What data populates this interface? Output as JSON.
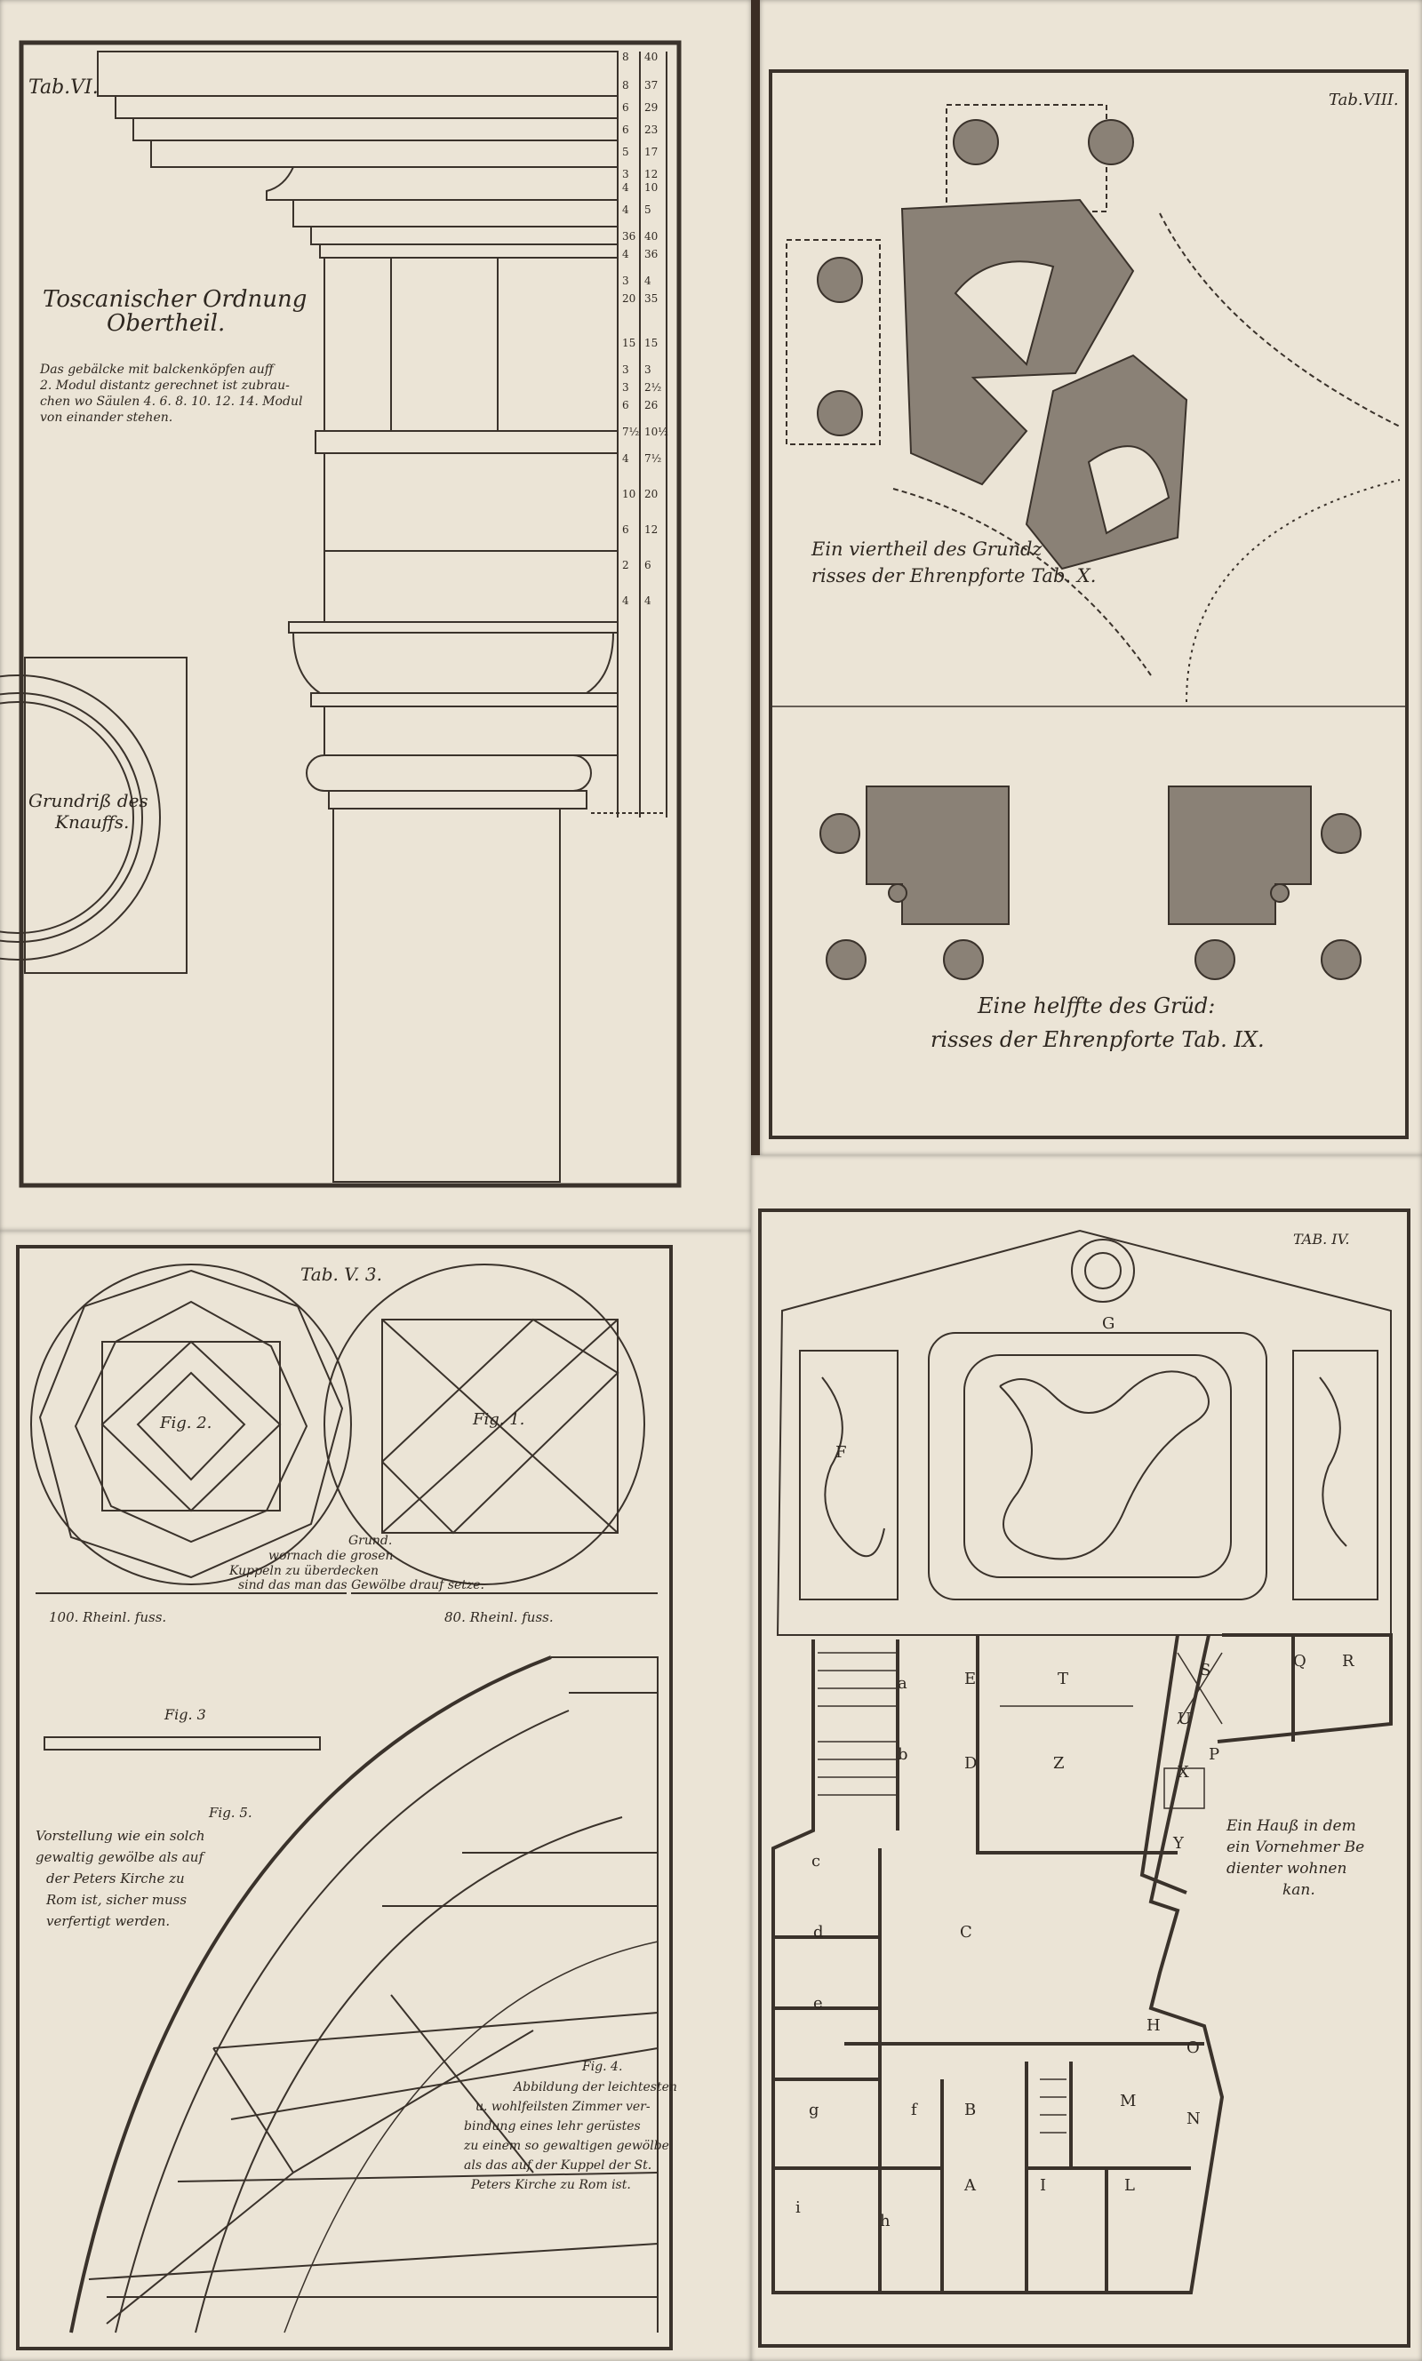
{
  "plate_tl": {
    "tab": "Tab.VI.",
    "title_line1": "Toscanischer Ordnung",
    "title_line2": "Obertheil.",
    "note_line1": "Das gebälcke mit balckenköpfen auff",
    "note_line2": "2. Modul distantz gerechnet ist zubrau-",
    "note_line3": "chen wo Säulen 4. 6. 8. 10. 12. 14. Modul",
    "note_line4": "von einander stehen.",
    "inset_line1": "Grundriß des",
    "inset_line2": "Knauffs.",
    "dims_a": [
      "8",
      "8",
      "6",
      "6",
      "5",
      "3",
      "4",
      "4",
      "36",
      "4",
      "3",
      "20",
      "15",
      "3",
      "3",
      "6",
      "7½",
      "4",
      "10",
      "6",
      "2",
      "4"
    ],
    "dims_b": [
      "40",
      "37",
      "29",
      "23",
      "17",
      "12",
      "10",
      "5",
      "40",
      "36",
      "4",
      "35",
      "15",
      "3",
      "2½",
      "26",
      "10½",
      "7½",
      "20",
      "12",
      "6",
      "4"
    ]
  },
  "plate_tr": {
    "tab": "Tab.VIII.",
    "caption1_line1": "Ein viertheil des Grundz",
    "caption1_line2": "risses der Ehrenpforte Tab. X.",
    "caption2_line1": "Eine helffte des Grüd:",
    "caption2_line2": "risses der Ehrenpforte Tab. IX."
  },
  "plate_bl": {
    "tab": "Tab. V. 3.",
    "fig1": "Fig. 1.",
    "fig2": "Fig. 2.",
    "fig3": "Fig. 3",
    "fig4": "Fig. 4.",
    "fig5": "Fig. 5.",
    "grund_line1": "Grund.",
    "grund_line2": "wornach die grosen",
    "grund_line3": "Kuppeln zu überdecken",
    "grund_line4": "sind das man das Gewölbe drauf setze.",
    "scale1": "100. Rheinl. fuss.",
    "scale2": "80. Rheinl. fuss.",
    "vorstellung_line1": "Vorstellung wie ein solch",
    "vorstellung_line2": "gewaltig gewölbe als auf",
    "vorstellung_line3": "der Peters Kirche zu",
    "vorstellung_line4": "Rom ist, sicher muss",
    "vorstellung_line5": "verfertigt werden.",
    "abbildung_line1": "Abbildung der leichtesten",
    "abbildung_line2": "u. wohlfeilsten Zimmer ver-",
    "abbildung_line3": "bindung eines lehr gerüstes",
    "abbildung_line4": "zu einem so gewaltigen gewölbe",
    "abbildung_line5": "als das auf der Kuppel der St.",
    "abbildung_line6": "Peters Kirche zu Rom ist."
  },
  "plate_br": {
    "tab": "TAB. IV.",
    "caption_line1": "Ein Hauß in dem",
    "caption_line2": "ein Vornehmer Be",
    "caption_line3": "dienter wohnen",
    "caption_line4": "kan.",
    "labels": {
      "G": "G",
      "F": "F",
      "E": "E",
      "T": "T",
      "S": "S",
      "Q": "Q",
      "R": "R",
      "a": "a",
      "b": "b",
      "D": "D",
      "Z": "Z",
      "U": "U",
      "P": "P",
      "X": "X",
      "Y": "Y",
      "c": "c",
      "d": "d",
      "e": "e",
      "C": "C",
      "H": "H",
      "O": "O",
      "M": "M",
      "N": "N",
      "g": "g",
      "f": "f",
      "B": "B",
      "A": "A",
      "I": "I",
      "L": "L",
      "h": "h",
      "i": "i"
    }
  }
}
